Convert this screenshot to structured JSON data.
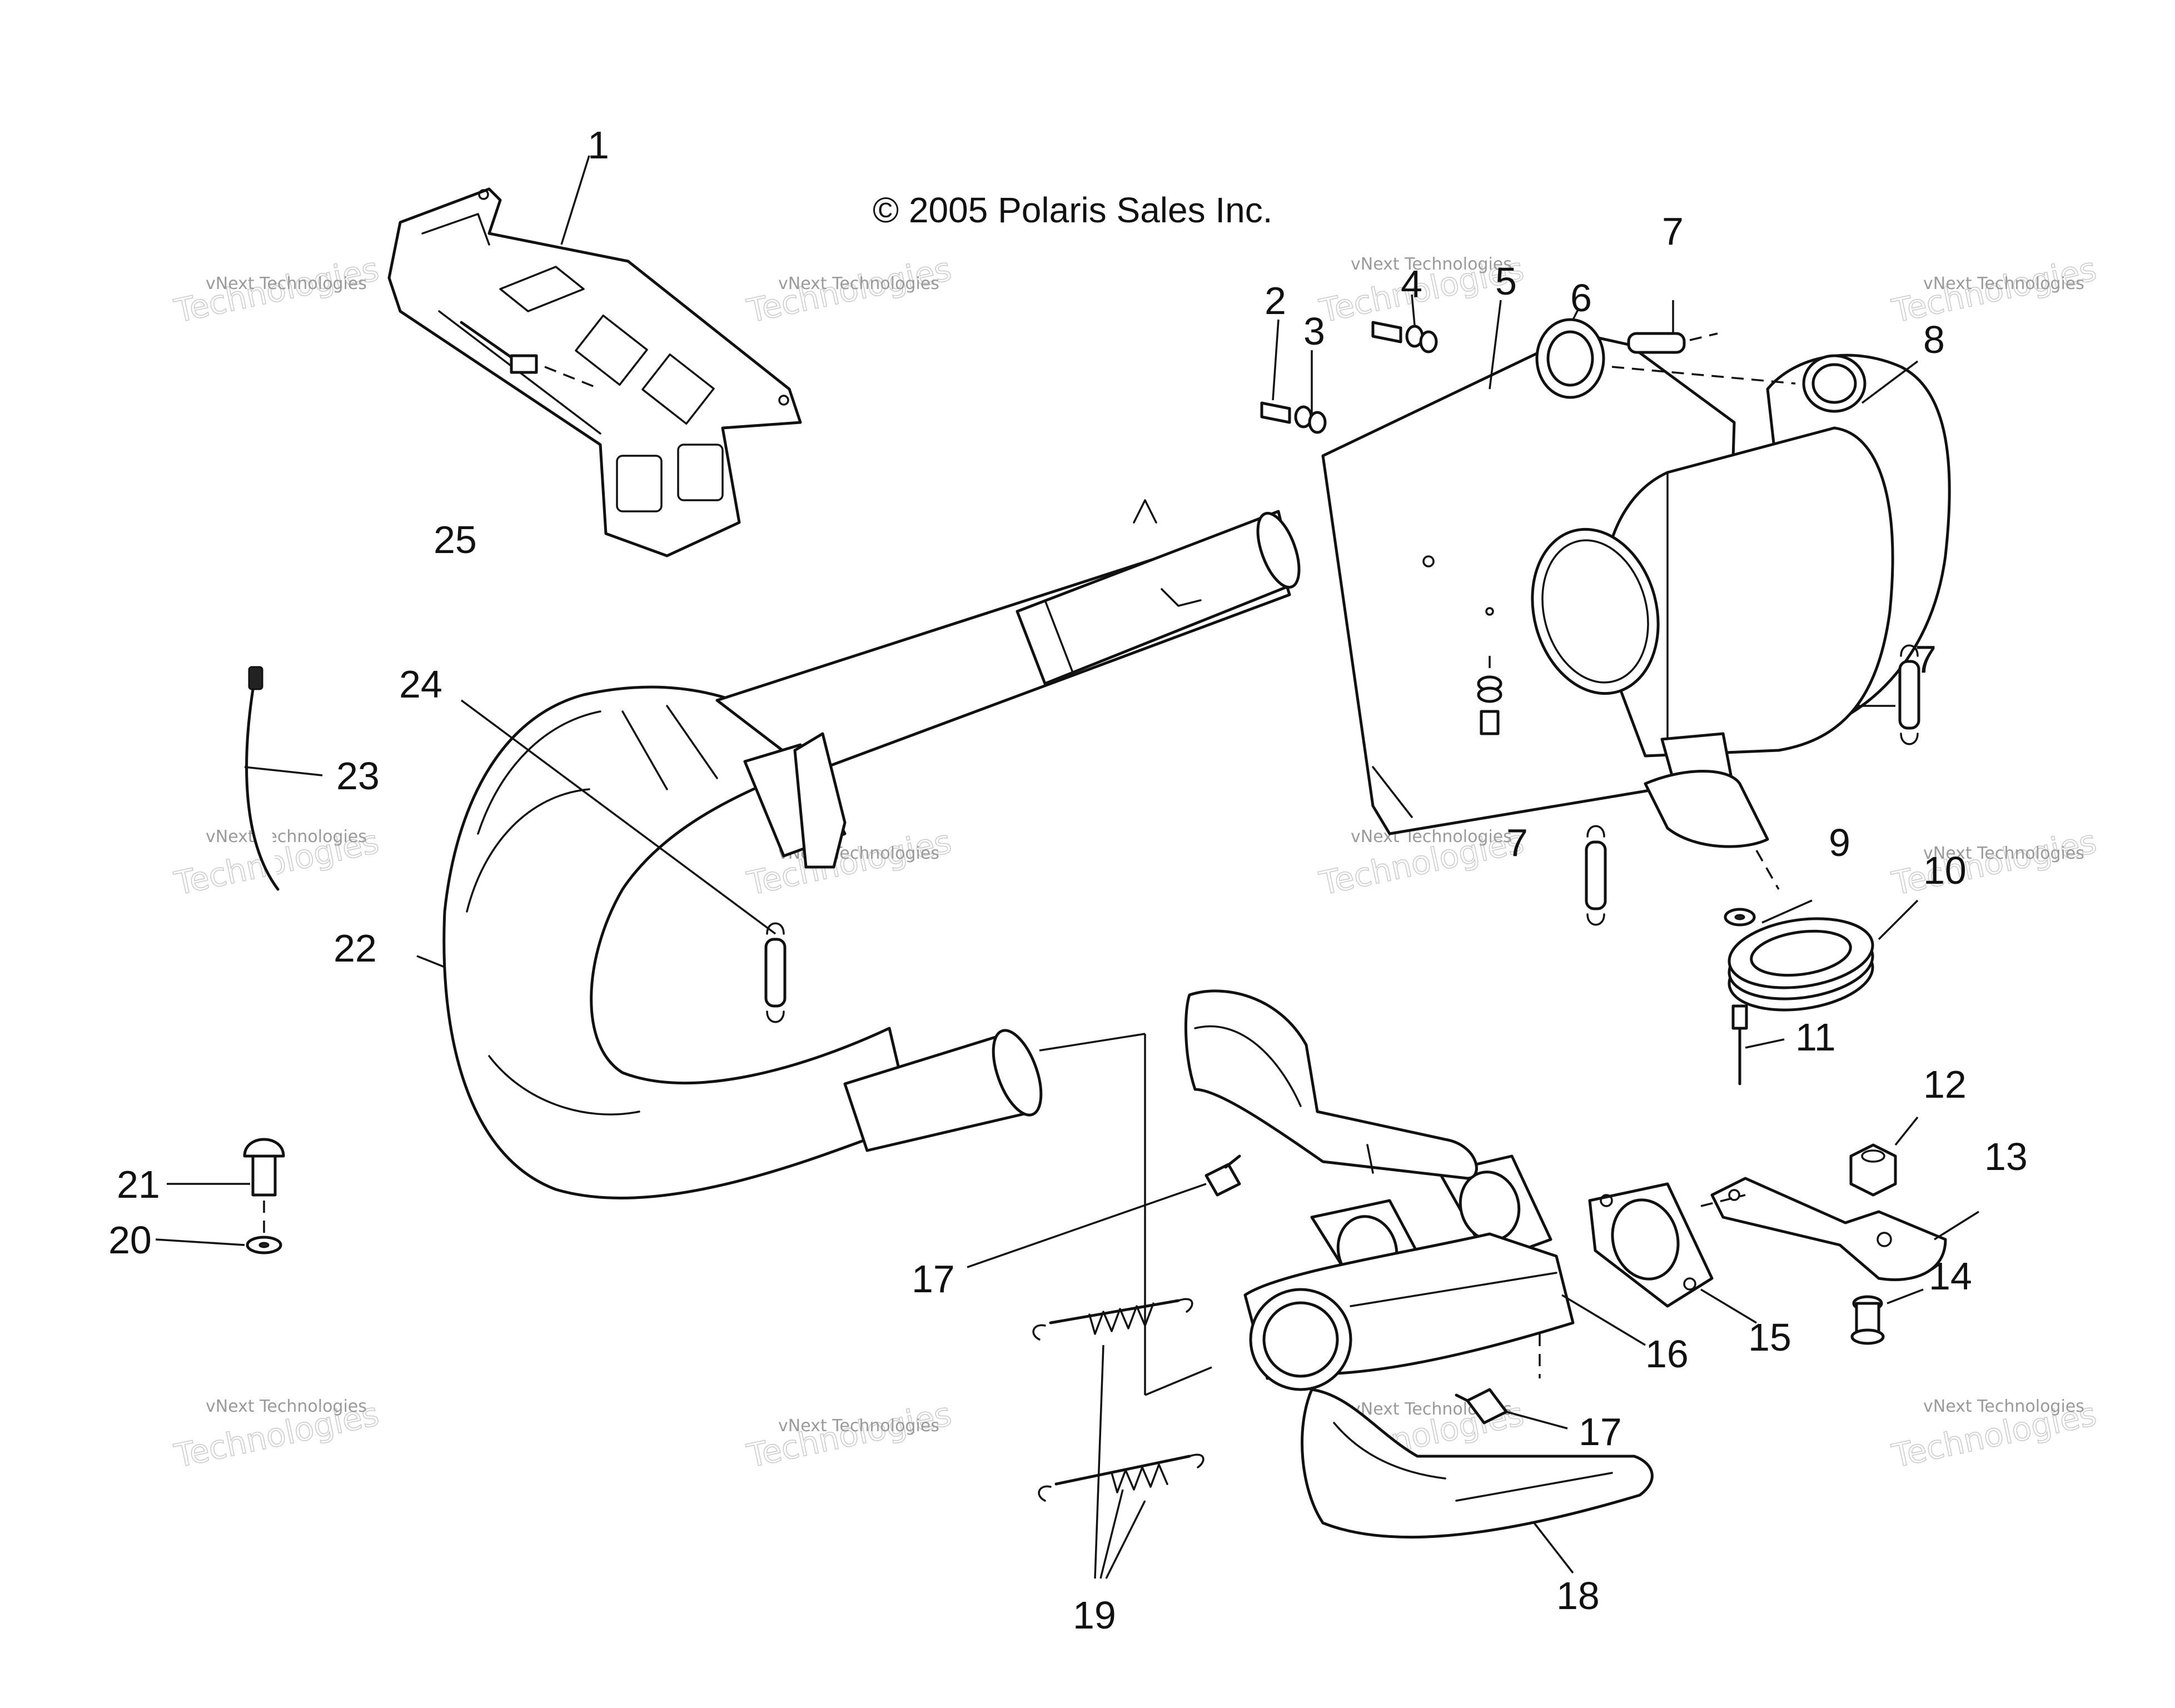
{
  "copyright": "© 2005 Polaris Sales Inc.",
  "watermark": {
    "line1": "vNext Technologies",
    "line2": "Technologies"
  },
  "callouts": {
    "c1": "1",
    "c2": "2",
    "c3": "3",
    "c4": "4",
    "c5": "5",
    "c6": "6",
    "c7a": "7",
    "c7b": "7",
    "c7c": "7",
    "c8": "8",
    "c9": "9",
    "c10": "10",
    "c11": "11",
    "c12": "12",
    "c13": "13",
    "c14": "14",
    "c15": "15",
    "c16": "16",
    "c17a": "17",
    "c17b": "17",
    "c18": "18",
    "c19": "19",
    "c20": "20",
    "c21": "21",
    "c22": "22",
    "c23": "23",
    "c24": "24",
    "c25": "25"
  }
}
